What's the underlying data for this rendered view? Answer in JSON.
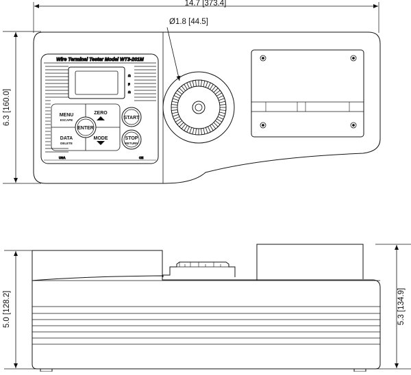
{
  "dimensions": {
    "overall_width": "14.7 [373.4]",
    "knob_diameter": "Ø1.8 [44.5]",
    "top_view_height": "6.3 [160.0]",
    "side_body_height": "5.0 [128.2]",
    "side_total_height": "5.3 [134.9]"
  },
  "panel": {
    "header": "Wire Terminal Tester  Model WT3-201M",
    "country": "USA",
    "ce_mark": "CE",
    "display_icon_labels": [
      "Ω",
      "μ",
      "Ω"
    ]
  },
  "buttons": {
    "menu": "MENU",
    "menu_sub": "ESCAPE",
    "zero": "ZERO",
    "enter": "ENTER",
    "data": "DATA",
    "data_sub": "DELETE",
    "mode": "MODE",
    "start": "START",
    "stop": "STOP",
    "stop_sub": "RETURN"
  },
  "colors": {
    "line": "#111111",
    "background": "#ffffff"
  }
}
